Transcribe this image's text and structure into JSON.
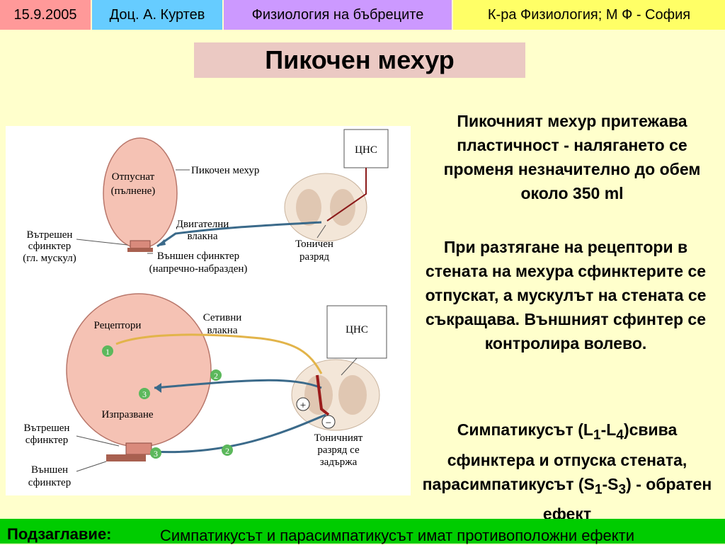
{
  "header": {
    "date": "15.9.2005",
    "author": "Доц. А. Куртев",
    "topic": "Физиология на бъбреците",
    "department": "К-ра Физиология; М Ф - София"
  },
  "slide_title": "Пикочен мехур",
  "figure": {
    "top": {
      "label_bladder_state": "Отпуснат",
      "label_bladder_state2": "(пълнене)",
      "label_bladder": "Пикочен мехур",
      "label_motor": "Двигателни",
      "label_motor2": "влакна",
      "label_internal": "Вътрешен",
      "label_internal2": "сфинктер",
      "label_internal3": "(гл. мускул)",
      "label_external": "Външен сфинктер",
      "label_external2": "(напречно-набразден)",
      "label_tonic": "Тоничен",
      "label_tonic2": "разряд",
      "cns": "ЦНС"
    },
    "bottom": {
      "label_receptors": "Рецептори",
      "label_sensory": "Сетивни",
      "label_sensory2": "влакна",
      "label_emptying": "Изпразване",
      "label_internal": "Вътрешен",
      "label_internal2": "сфинктер",
      "label_external": "Външен",
      "label_external2": "сфинктер",
      "label_tonic": "Тоничният",
      "label_tonic2": "разряд се",
      "label_tonic3": "задържа",
      "cns": "ЦНС",
      "marker_1": "1",
      "marker_2a": "2",
      "marker_2b": "2",
      "marker_3a": "3",
      "marker_3b": "3",
      "plus": "+",
      "minus": "−"
    }
  },
  "text": {
    "p1": "Пикочният мехур притежава пластичност - налягането се променя незначително до обем около 350 ml",
    "p2": "При разтягане на рецептори в стената на мехура сфинктерите се отпускат, а мускулът на стената се съкращава. Външният сфинтер се контролира волево.",
    "p3_a": "Симпатикусът (L",
    "p3_sub1": "1",
    "p3_b": "-L",
    "p3_sub2": "4",
    "p3_c": ")свива сфинктера и отпуска стената, парасимпатикусът (S",
    "p3_sub3": "1",
    "p3_d": "-S",
    "p3_sub4": "3",
    "p3_e": ") - обратен ефект"
  },
  "footer": {
    "label": "Подзаглавие:",
    "text": "Симпатикусът и парасимпатикусът имат противоположни ефекти"
  }
}
